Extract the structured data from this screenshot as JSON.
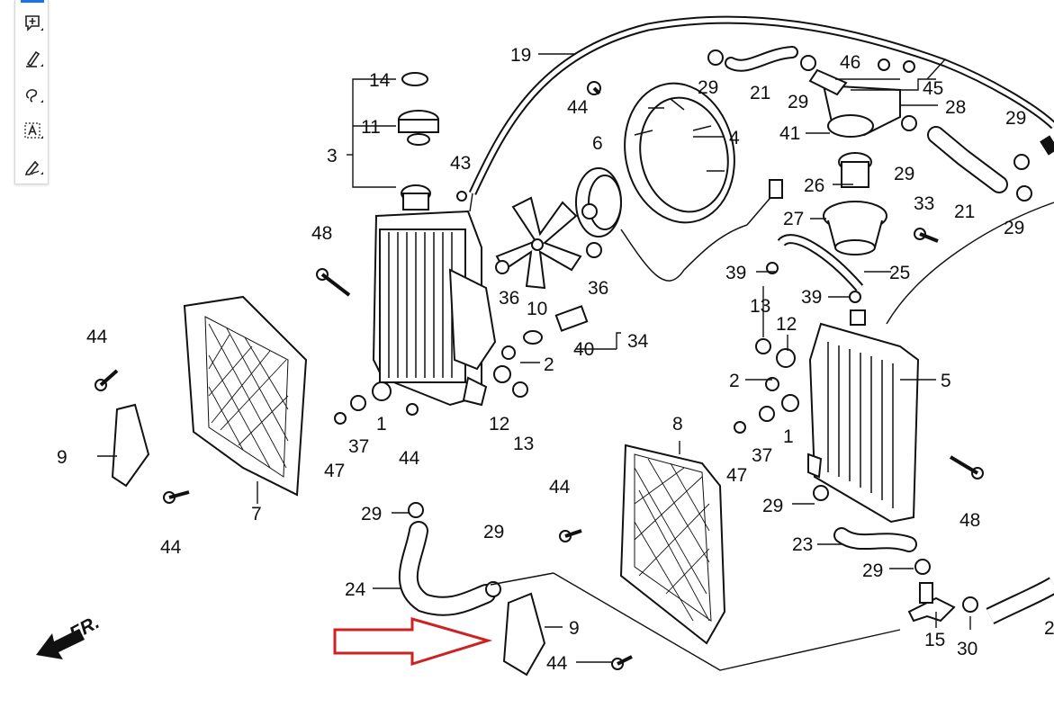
{
  "toolbar": {
    "tools": [
      {
        "name": "add-comment-tool-icon"
      },
      {
        "name": "highlight-pen-tool-icon"
      },
      {
        "name": "freehand-draw-tool-icon"
      },
      {
        "name": "text-select-tool-icon"
      },
      {
        "name": "fill-sign-tool-icon"
      }
    ],
    "accent_color": "#1a73e8"
  },
  "diagram": {
    "direction_label": "FR.",
    "arrow_color": "#cc2222",
    "callouts": {
      "c1a": "1",
      "c1b": "1",
      "c2a": "2",
      "c2b": "2",
      "c3": "3",
      "c4": "4",
      "c5": "5",
      "c6": "6",
      "c7": "7",
      "c8": "8",
      "c9a": "9",
      "c9b": "9",
      "c10": "10",
      "c11": "11",
      "c12a": "12",
      "c12b": "12",
      "c13a": "13",
      "c13b": "13",
      "c14": "14",
      "c15": "15",
      "c19": "19",
      "c21a": "21",
      "c21b": "21",
      "c23": "23",
      "c24": "24",
      "c25": "25",
      "c26": "26",
      "c27": "27",
      "c28": "28",
      "c29a": "29",
      "c29b": "29",
      "c29c": "29",
      "c29d": "29",
      "c29e": "29",
      "c29f": "29",
      "c29g": "29",
      "c29h": "29",
      "c29i": "29",
      "c30": "30",
      "c33": "33",
      "c34": "34",
      "c36a": "36",
      "c36b": "36",
      "c37a": "37",
      "c37b": "37",
      "c39a": "39",
      "c39b": "39",
      "c40": "40",
      "c41": "41",
      "c43": "43",
      "c44a": "44",
      "c44b": "44",
      "c44c": "44",
      "c44d": "44",
      "c44e": "44",
      "c45": "45",
      "c46": "46",
      "c47a": "47",
      "c47b": "47",
      "c48a": "48",
      "c48b": "48",
      "c2edge": "2"
    }
  }
}
